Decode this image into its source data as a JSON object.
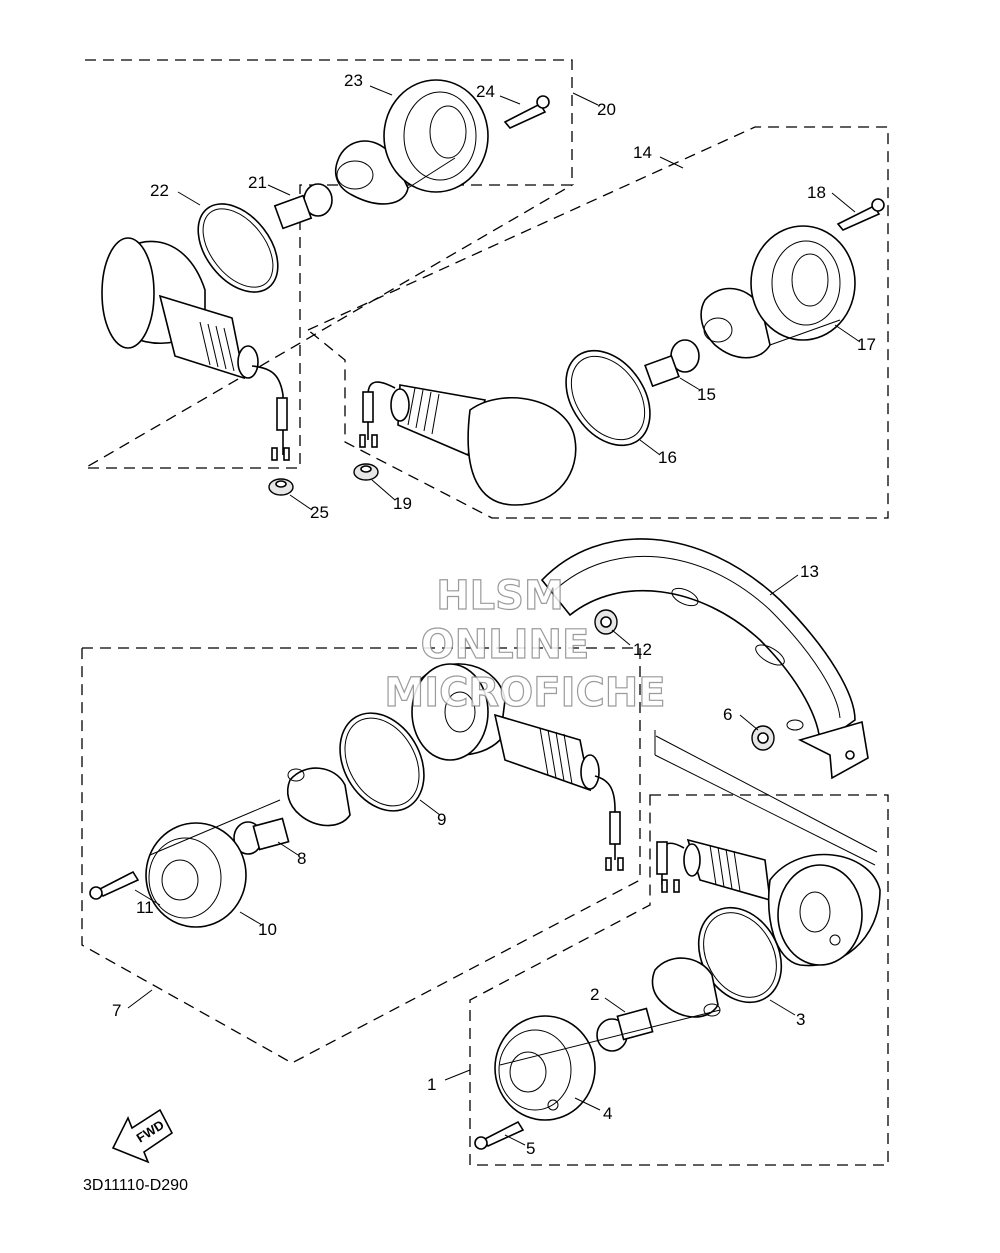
{
  "diagram_code": "3D11110-D290",
  "direction_label": "FWD",
  "watermark": {
    "line1": "HLSM",
    "line2": "ONLINE",
    "line3": "MICROFICHE"
  },
  "part_numbers": [
    "1",
    "2",
    "3",
    "4",
    "5",
    "6",
    "7",
    "8",
    "9",
    "10",
    "11",
    "12",
    "13",
    "14",
    "15",
    "16",
    "17",
    "18",
    "19",
    "20",
    "21",
    "22",
    "23",
    "24",
    "25"
  ]
}
